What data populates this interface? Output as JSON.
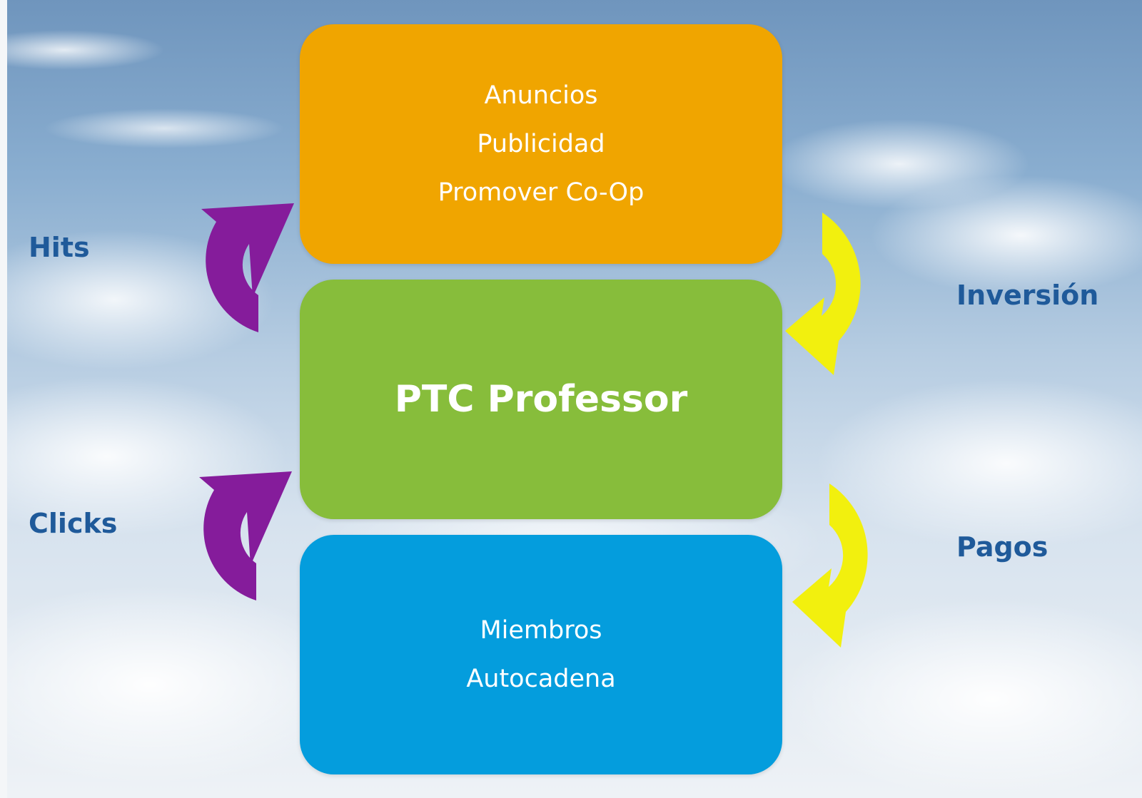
{
  "boxes": {
    "top": {
      "lines": [
        "Anuncios",
        "Publicidad",
        "Promover Co-Op"
      ],
      "color": "#f0a500"
    },
    "middle": {
      "title": "PTC Professor",
      "color": "#87bd3b"
    },
    "bottom": {
      "lines": [
        "Miembros",
        "Autocadena"
      ],
      "color": "#049ddd"
    }
  },
  "labels": {
    "hits": "Hits",
    "clicks": "Clicks",
    "inversion": "Inversión",
    "pagos": "Pagos"
  },
  "colors": {
    "left_arrows": "#851c9b",
    "right_arrows": "#f2f00e",
    "label_text": "#1f5a9a"
  }
}
